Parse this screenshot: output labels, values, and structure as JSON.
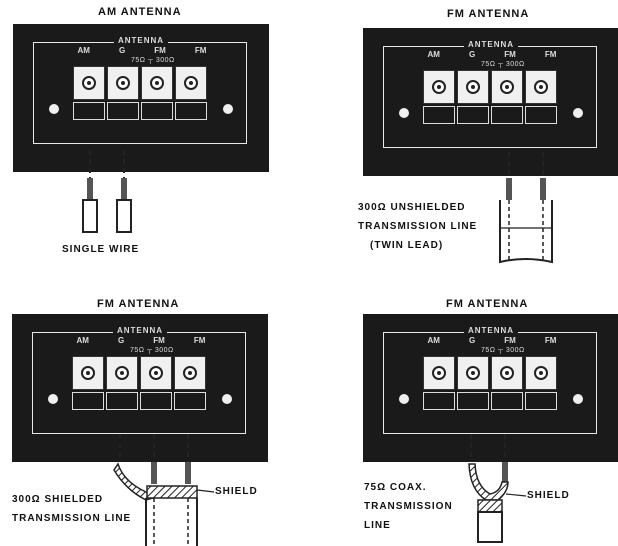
{
  "panels": [
    {
      "title": "AM ANTENNA",
      "board_label": "ANTENNA",
      "terminals": [
        "AM",
        "G",
        "FM",
        "FM"
      ],
      "impedance": "75Ω ┬ 300Ω",
      "caption_lines": [
        "SINGLE WIRE"
      ],
      "annotation": ""
    },
    {
      "title": "FM ANTENNA",
      "board_label": "ANTENNA",
      "terminals": [
        "AM",
        "G",
        "FM",
        "FM"
      ],
      "impedance": "75Ω ┬ 300Ω",
      "caption_lines": [
        "300Ω UNSHIELDED",
        "TRANSMISSION LINE",
        "(TWIN LEAD)"
      ],
      "annotation": ""
    },
    {
      "title": "FM ANTENNA",
      "board_label": "ANTENNA",
      "terminals": [
        "AM",
        "G",
        "FM",
        "FM"
      ],
      "impedance": "75Ω ┬ 300Ω",
      "caption_lines": [
        "300Ω SHIELDED",
        "TRANSMISSION LINE"
      ],
      "annotation": "SHIELD"
    },
    {
      "title": "FM ANTENNA",
      "board_label": "ANTENNA",
      "terminals": [
        "AM",
        "G",
        "FM",
        "FM"
      ],
      "impedance": "75Ω ┬ 300Ω",
      "caption_lines": [
        "75Ω COAX.",
        "TRANSMISSION",
        "LINE"
      ],
      "annotation": "SHIELD"
    }
  ]
}
